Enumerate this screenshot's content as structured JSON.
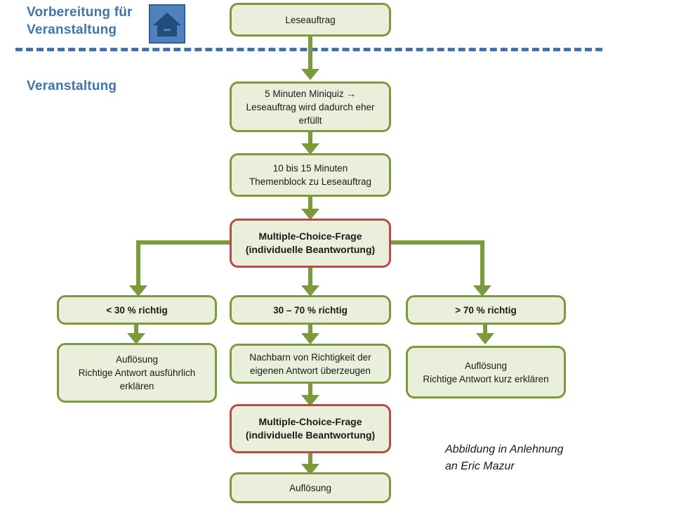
{
  "sections": {
    "preparation_label": "Vorbereitung für\nVeranstaltung",
    "event_label": "Veranstaltung",
    "divider_color": "#4472a8",
    "heading_color": "#3f74ad"
  },
  "icons": {
    "house": "house-icon",
    "house_bg_color": "#4f81bd",
    "house_glyph_color": "#1f4e79"
  },
  "theme": {
    "node_fill": "#eaefdc",
    "node_border": "#7a9a3c",
    "accent_border": "#b94a48",
    "connector": "#7a9a3c",
    "text": "#1a1a1a"
  },
  "nodes": [
    {
      "id": "leseauftrag",
      "text": "Leseauftrag"
    },
    {
      "id": "miniquiz",
      "text": "5 Minuten Miniquiz  →\nLeseauftrag wird dadurch eher\nerfüllt"
    },
    {
      "id": "themenblock",
      "text": "10 bis 15 Minuten\nThemenblock  zu Leseauftrag"
    },
    {
      "id": "mc-frage-1",
      "text": "Multiple-Choice-Frage\n(individuelle Beantwortung)"
    },
    {
      "id": "unter-30",
      "text": "< 30 % richtig"
    },
    {
      "id": "30-bis-70",
      "text": "30 – 70 % richtig"
    },
    {
      "id": "ueber-70",
      "text": "> 70 % richtig"
    },
    {
      "id": "aufloesung-links",
      "text": "Auflösung\nRichtige Antwort  ausführlich\nerklären"
    },
    {
      "id": "nachbarn",
      "text": "Nachbarn  von Richtigkeit der\neigenen Antwort  überzeugen"
    },
    {
      "id": "aufloesung-rechts",
      "text": "Auflösung\nRichtige Antwort  kurz erklären"
    },
    {
      "id": "mc-frage-2",
      "text": "Multiple-Choice-Frage\n(individuelle Beantwortung)"
    },
    {
      "id": "aufloesung-unten",
      "text": "Auflösung"
    }
  ],
  "attribution": "Abbildung in Anlehnung\nan Eric Mazur"
}
